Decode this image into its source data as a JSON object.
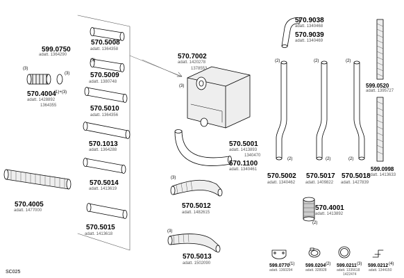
{
  "diagram_code": "SC025",
  "parts": [
    {
      "id": "p1",
      "pn": "570.5008",
      "adatt": "adatt. 1364358",
      "qty": ""
    },
    {
      "id": "p2",
      "pn": "599.0750",
      "adatt": "adatt. 1364290",
      "qty": ""
    },
    {
      "id": "p3",
      "pn": "570.5009",
      "adatt": "adatt. 1380748",
      "qty": "(3)"
    },
    {
      "id": "p4",
      "pn": "570.4004",
      "adatt": "adatt. 1428892",
      "adatt2": "1364355",
      "qty": "(3)",
      "qty2": "(3)",
      "qty3": "(1)+(3)"
    },
    {
      "id": "p5",
      "pn": "570.5010",
      "adatt": "adatt. 1364356",
      "qty": ""
    },
    {
      "id": "p6",
      "pn": "570.7002",
      "adatt": "adatt. 1420278",
      "adatt2": "1378553",
      "qty": "(3)"
    },
    {
      "id": "p7",
      "pn": "570.1013",
      "adatt": "adatt. 1364288",
      "qty": ""
    },
    {
      "id": "p8",
      "pn": "570.5014",
      "adatt": "adatt. 1413619",
      "qty": ""
    },
    {
      "id": "p9",
      "pn": "570.4005",
      "adatt": "adatt. 1477000",
      "qty": ""
    },
    {
      "id": "p10",
      "pn": "570.5015",
      "adatt": "adatt. 1413618",
      "qty": ""
    },
    {
      "id": "p11",
      "pn": "570.5001",
      "adatt": "adatt. 1413893",
      "adatt2": "1340470",
      "qty": ""
    },
    {
      "id": "p12",
      "pn": "570.1100",
      "adatt": "adatt. 1340461",
      "qty": ""
    },
    {
      "id": "p13",
      "pn": "570.5012",
      "adatt": "adatt. 1482615",
      "qty": "(3)"
    },
    {
      "id": "p14",
      "pn": "570.5013",
      "adatt": "adatt. 1502090",
      "qty": "(3)"
    },
    {
      "id": "p15",
      "pn": "570.9038",
      "adatt": "adatt. 1340468",
      "qty": ""
    },
    {
      "id": "p16",
      "pn": "570.9039",
      "adatt": "adatt. 1340469",
      "qty": ""
    },
    {
      "id": "p17",
      "pn": "570.5002",
      "adatt": "adatt. 1340462",
      "qty": "(2)",
      "qty2": "(2)"
    },
    {
      "id": "p18",
      "pn": "570.5017",
      "adatt": "adatt. 1409822",
      "qty": "(2)",
      "qty2": "(2)"
    },
    {
      "id": "p19",
      "pn": "570.5018",
      "adatt": "adatt. 1427839",
      "qty": "(2)",
      "qty2": "(2)"
    },
    {
      "id": "p20",
      "pn": "599.0520",
      "adatt": "adatt. 1395727",
      "qty": ""
    },
    {
      "id": "p21",
      "pn": "599.0998",
      "adatt": "adatt. 1413633",
      "qty": ""
    },
    {
      "id": "p22",
      "pn": "570.4001",
      "adatt": "adatt. 1413892",
      "qty": "(2)"
    },
    {
      "id": "p23",
      "pn": "599.0770",
      "adatt": "adatt. 1360294",
      "qty": "(1)"
    },
    {
      "id": "p24",
      "pn": "599.0204",
      "adatt": "adatt. 328928",
      "qty": "(2)"
    },
    {
      "id": "p25",
      "pn": "599.0211",
      "adatt": "adatt. 1335618",
      "adatt2": "1422474",
      "qty": "(3)"
    },
    {
      "id": "p26",
      "pn": "599.0212",
      "adatt": "adatt. 1344150",
      "qty": "(4)"
    }
  ]
}
